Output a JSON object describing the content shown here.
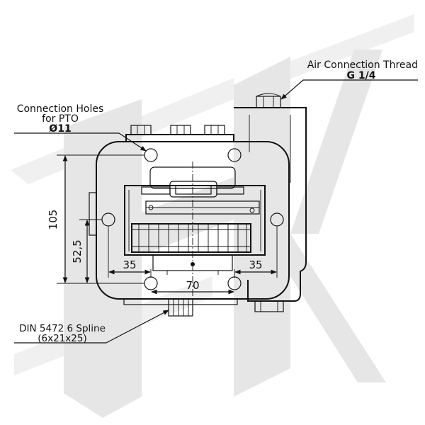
{
  "drawing": {
    "watermark": "HK",
    "annotations": {
      "air_connection": {
        "title": "Air Connection Thread",
        "value": "G 1/4"
      },
      "connection_holes": {
        "line1": "Connection Holes",
        "line2": "for PTO",
        "value": "Ø11"
      },
      "spline": {
        "line1": "DIN 5472 6 Spline",
        "line2": "(6x21x25)"
      }
    },
    "dimensions": {
      "height_total": "105",
      "height_center": "52,5",
      "left_offset": "35",
      "right_offset": "35",
      "hole_spacing": "70"
    }
  }
}
